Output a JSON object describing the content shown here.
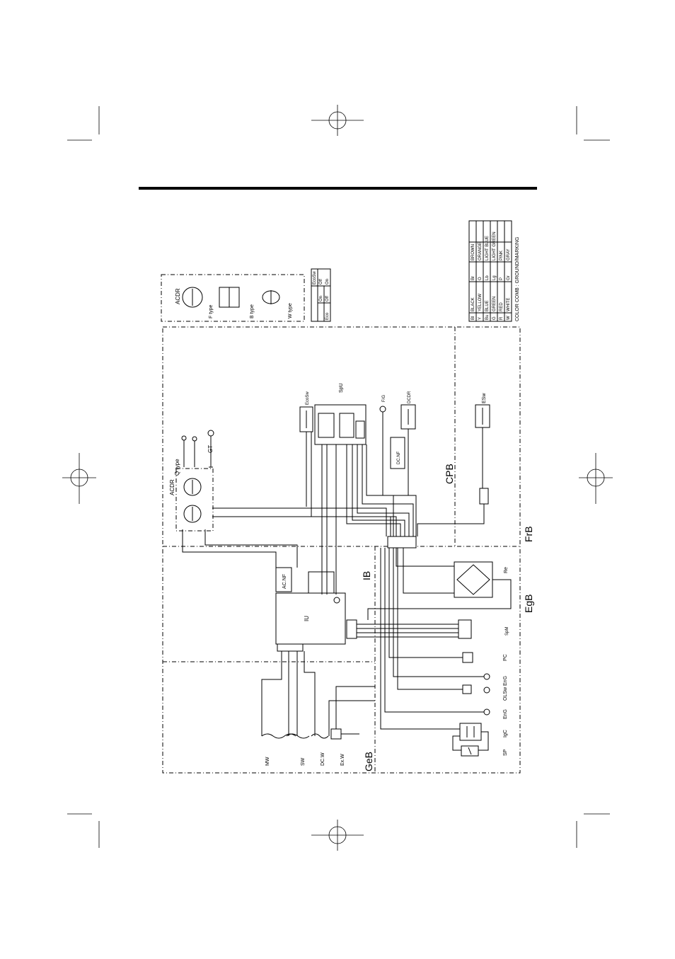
{
  "diagram": {
    "regions": {
      "geb": "GeB",
      "ib": "IB",
      "egb": "EgB",
      "frb": "FrB",
      "cpb": "CPB"
    },
    "components": {
      "iu": "IU",
      "acnf": "AC.NF",
      "acdr": "ACDR",
      "q_type": "Q type",
      "gt": "GT",
      "ecosw": "EcoSw",
      "spu": "SpU",
      "fg": "F/G",
      "dcdr": "DCDR",
      "dcnf": "DC.NF",
      "esw": "ESw",
      "re": "Re",
      "spm": "SpM",
      "pc": "PC",
      "olsw_eng": "OLSw EnG",
      "eng": "EnG",
      "igc": "IgC",
      "sp": "SP",
      "mw": "MW",
      "sw": "SW",
      "dcw": "DC.W",
      "exw": "Ex.W"
    },
    "acdr_legend": {
      "title": "ACDR",
      "types": [
        "F type",
        "B type",
        "W type"
      ]
    },
    "eco_table": {
      "header": "EcoSw",
      "row_label": "Eco",
      "col1": [
        "On",
        "Off"
      ],
      "col2": [
        "Off",
        "On"
      ]
    },
    "color_legend": {
      "rows": [
        [
          "Bl",
          "BLACK",
          "Br",
          "BROWN"
        ],
        [
          "Y",
          "YELLOW",
          "O",
          "ORANGE"
        ],
        [
          "Bu",
          "BLUE",
          "Lb",
          "LIGHT BLUE"
        ],
        [
          "G",
          "GREEN",
          "Lg",
          "LIGHT GREEN"
        ],
        [
          "R",
          "RED",
          "P",
          "PINK"
        ],
        [
          "W",
          "WHITE",
          "Gr",
          "GRAY"
        ]
      ],
      "note": "COLOR COMB : GROUND/MARKING"
    }
  }
}
